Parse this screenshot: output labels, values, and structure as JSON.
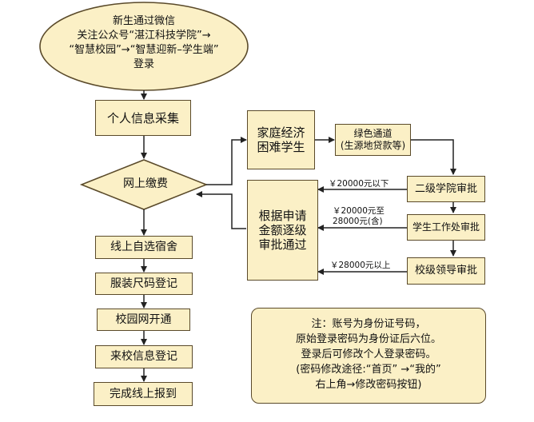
{
  "start": {
    "lines": [
      "新生通过微信",
      "关注公众号“湛江科技学院”→",
      "“智慧校园”→“智慧迎新–学生端”",
      "登录"
    ]
  },
  "steps": {
    "info": "个人信息采集",
    "pay": "网上缴费",
    "dorm": "线上自选宿舍",
    "size": "服装尺码登记",
    "network": "校园网开通",
    "arrival": "来校信息登记",
    "finish": "完成线上报到"
  },
  "branch": {
    "poor": [
      "家庭经济",
      "困难学生"
    ],
    "green": [
      "绿色通道",
      "(生源地贷款等)"
    ],
    "college": "二级学院审批",
    "affairs": "学生工作处审批",
    "leader": "校级领导审批",
    "approve": [
      "根据申请",
      "金额逐级",
      "审批通过"
    ]
  },
  "amounts": {
    "below": "￥20000元以下",
    "mid_1": "￥20000元至",
    "mid_2": "28000元(含)",
    "above": "￥28000元以上"
  },
  "note": {
    "lines": [
      "注：账号为身份证号码，",
      "原始登录密码为身份证后六位。",
      "登录后可修改个人登录密码。",
      "(密码修改途径:“首页” →“我的”",
      "右上角→修改密码按钮)"
    ]
  },
  "colors": {
    "box_fill": "#fbf0c6",
    "border": "#5a4a2a",
    "line": "#222222"
  }
}
